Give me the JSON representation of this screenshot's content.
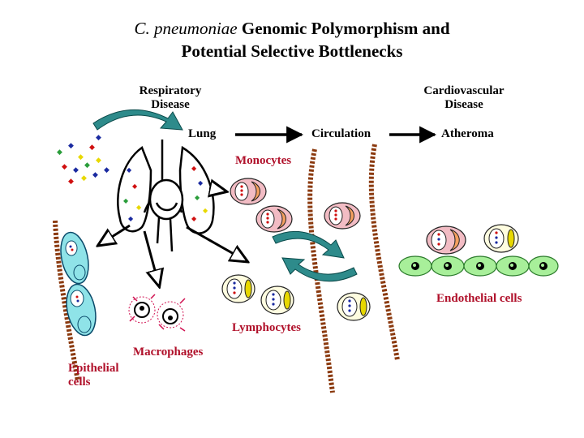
{
  "title": {
    "italic_part": "C. pneumoniae",
    "line1_rest": " Genomic Polymorphism and",
    "line2": "Potential Selective Bottlenecks"
  },
  "labels": {
    "respiratory_line1": "Respiratory",
    "respiratory_line2": "Disease",
    "cardiovascular_line1": "Cardiovascular",
    "cardiovascular_line2": "Disease",
    "lung": "Lung",
    "circulation": "Circulation",
    "atheroma": "Atheroma",
    "monocytes": "Monocytes",
    "lymphocytes": "Lymphocytes",
    "macrophages": "Macrophages",
    "epithelial_line1": "Epithelial",
    "epithelial_line2": "cells",
    "endothelial": "Endothelial cells"
  },
  "colors": {
    "label_red": "#b0102a",
    "vessel_brown": "#8b3a0f",
    "curved_arrow": "#2e8b8b",
    "cyan_cell": "#8fe3e8",
    "green_cell": "#a8ef9a",
    "monocyte_pink": "#f2bcc4",
    "lymphocyte_cream": "#fffde0"
  },
  "icons": [
    "lung-illustration",
    "monocyte-cell-icon",
    "lymphocyte-cell-icon",
    "macrophage-icon",
    "epithelial-cell-icon",
    "endothelial-cell-icon",
    "blood-vessel-wall",
    "curved-arrow-icon",
    "right-arrow-icon"
  ]
}
